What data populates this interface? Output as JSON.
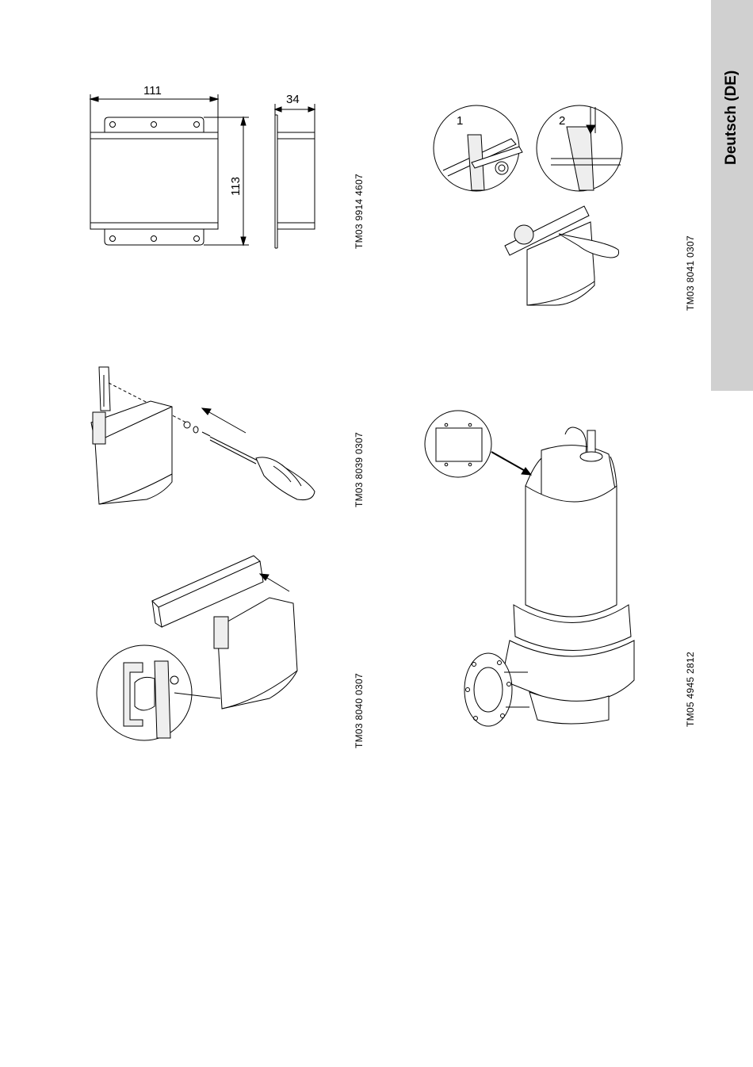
{
  "side_tab": {
    "label": "Deutsch (DE)"
  },
  "figures": {
    "dimensions": {
      "width": "111",
      "height": "113",
      "depth": "34",
      "code": "TM03 9914 4607"
    },
    "removal": {
      "step1": "1",
      "step2": "2",
      "code": "TM03 8041 0307"
    },
    "screw_mount": {
      "code": "TM03 8039 0307"
    },
    "rail_mount": {
      "code": "TM03 8040 0307"
    },
    "pump": {
      "code": "TM05 4945 2812"
    }
  }
}
